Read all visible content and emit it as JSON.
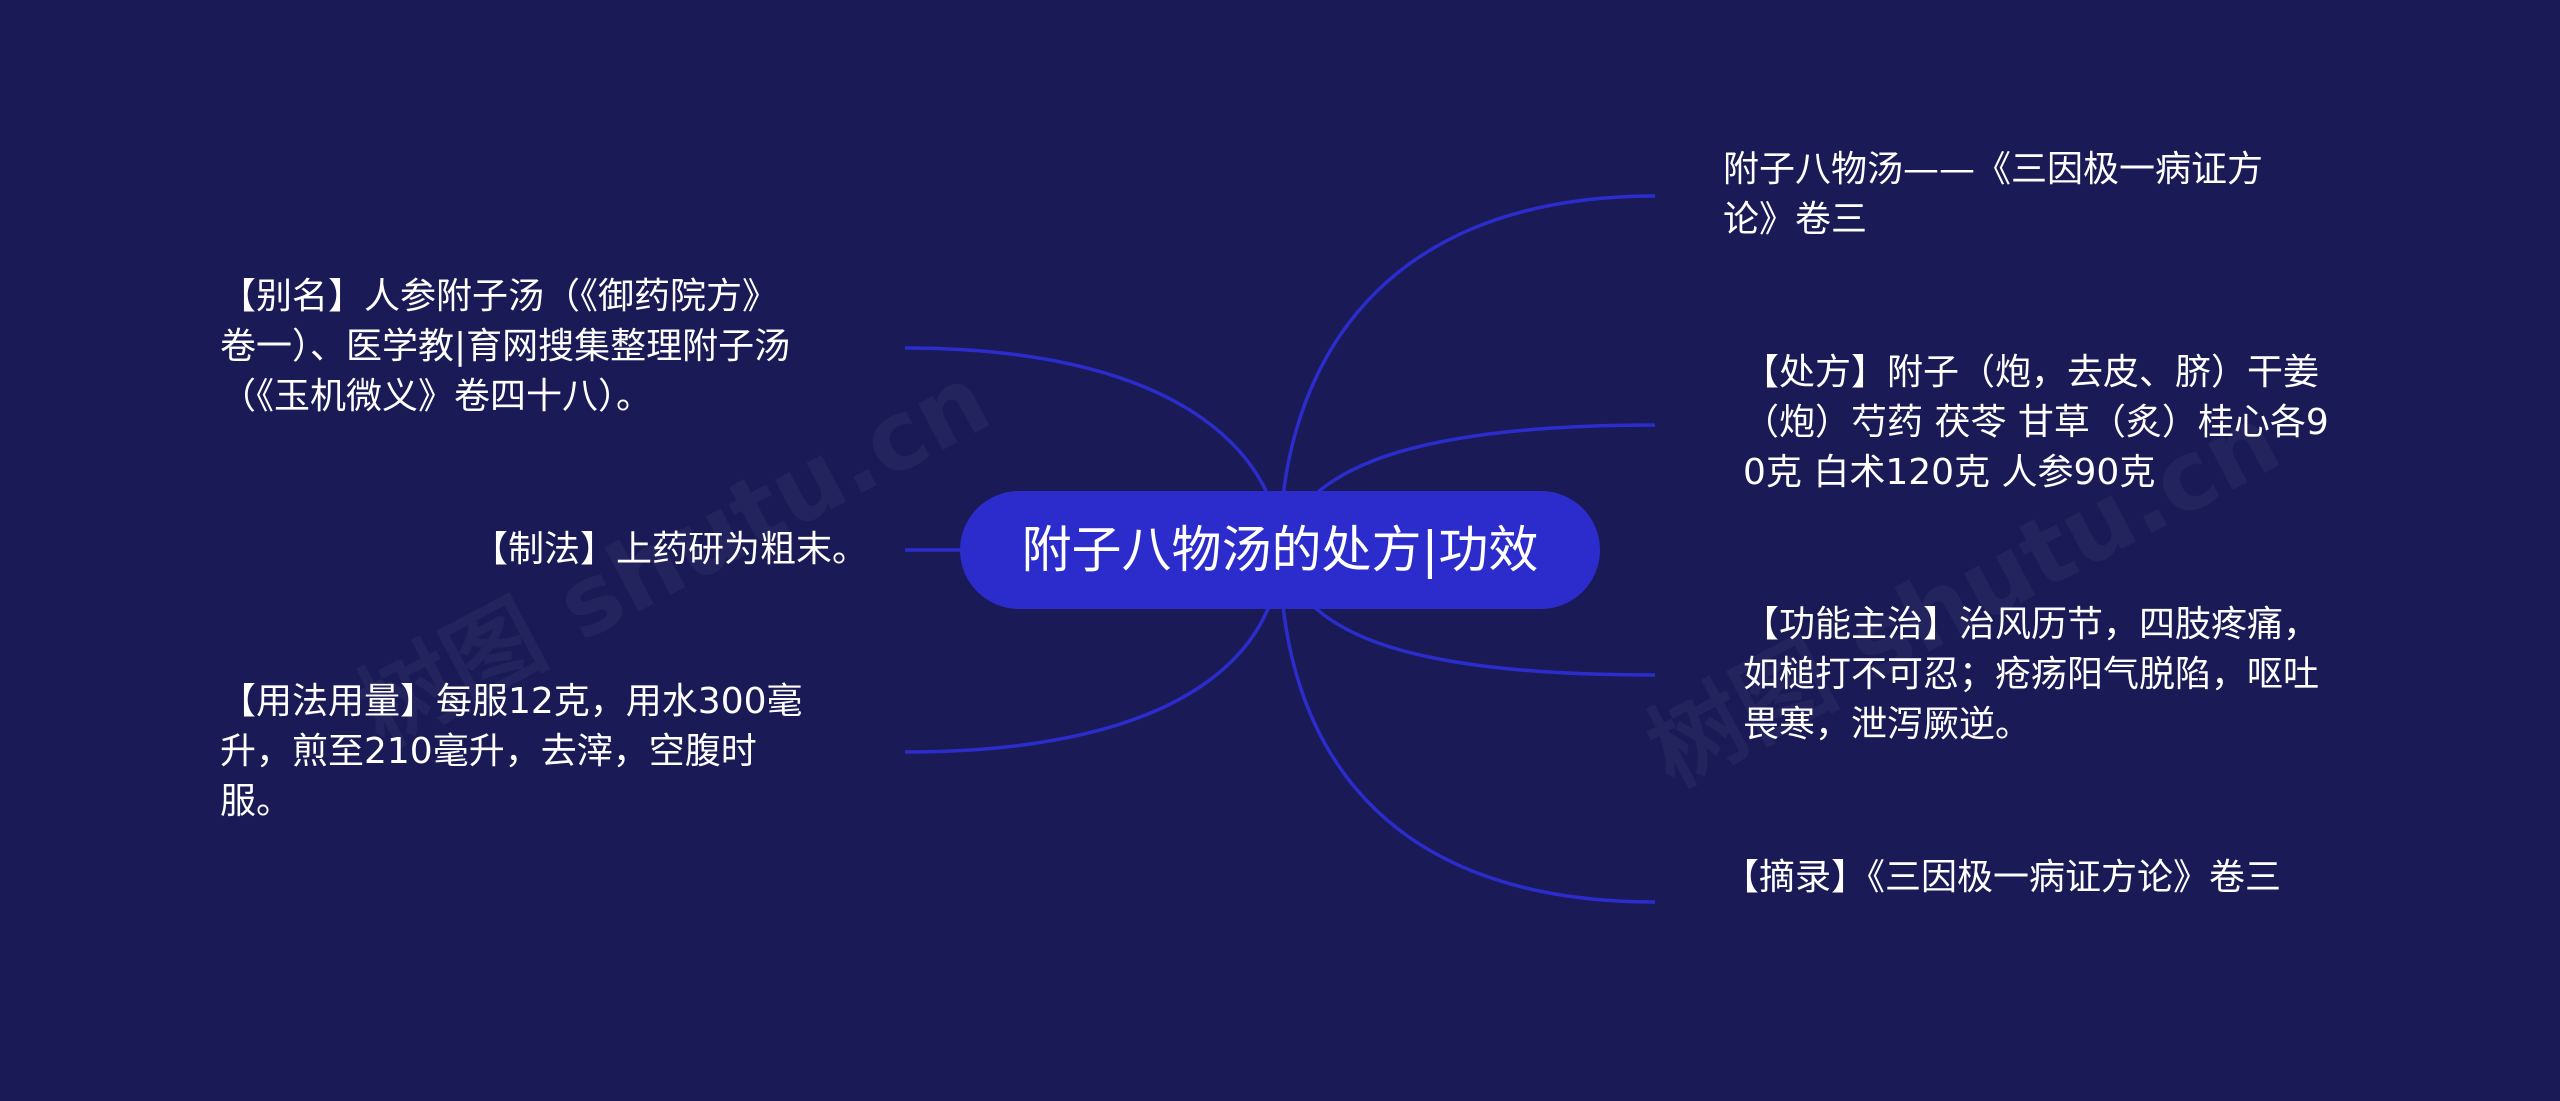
{
  "watermark": "树图 shutu.cn",
  "center": {
    "label": "附子八物汤的处方|功效"
  },
  "left_branches": [
    {
      "text": "【别名】人参附子汤（《御药院方》卷一）、医学教|育网搜集整理附子汤（《玉机微义》卷四十八）。"
    },
    {
      "text": "【制法】上药研为粗末。"
    },
    {
      "text": "【用法用量】每服12克，用水300毫升，煎至210毫升，去滓，空腹时服。"
    }
  ],
  "right_branches": [
    {
      "text": "附子八物汤——《三因极一病证方论》卷三"
    },
    {
      "text": "【处方】附子（炮，去皮、脐）干姜（炮）芍药 茯苓 甘草（炙）桂心各90克 白术120克 人参90克"
    },
    {
      "text": "【功能主治】治风历节，四肢疼痛，如槌打不可忍；疮疡阳气脱陷，呕吐畏寒，泄泻厥逆。"
    },
    {
      "text": "【摘录】《三因极一病证方论》卷三"
    }
  ],
  "colors": {
    "background": "#1a1a56",
    "center_fill": "#2c2ccd",
    "edge": "#2c2ccd",
    "text": "#ffffff"
  }
}
